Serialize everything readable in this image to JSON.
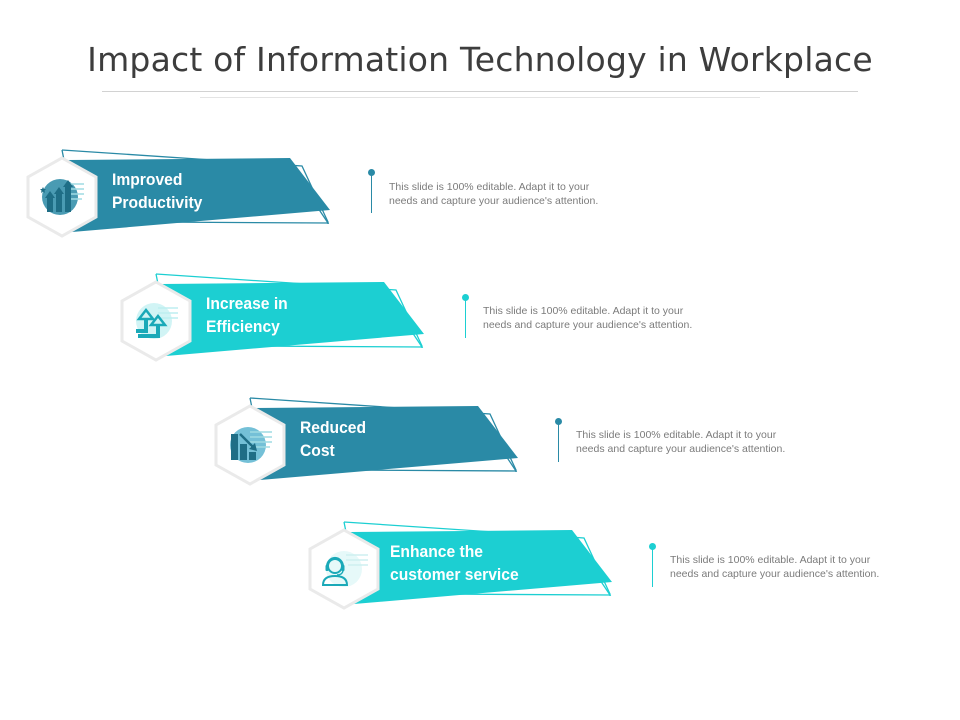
{
  "title": "Impact of Information Technology in Workplace",
  "colors": {
    "dark_teal": "#2a8aa6",
    "light_teal": "#1ccfd2",
    "title_text": "#3d3d3d",
    "desc_text": "#7b7b7b",
    "hex_border": "#ececec"
  },
  "items": [
    {
      "label_line1": "Improved",
      "label_line2": "Productivity",
      "icon": "productivity-growth-icon",
      "description_line1": "This slide is 100% editable.  Adapt it to your",
      "description_line2": "needs and capture your audience's  attention.",
      "color": "dark_teal"
    },
    {
      "label_line1": "Increase in",
      "label_line2": "Efficiency",
      "icon": "efficiency-arrows-icon",
      "description_line1": "This slide is 100% editable.  Adapt it to your",
      "description_line2": "needs and capture your audience's  attention.",
      "color": "light_teal"
    },
    {
      "label_line1": "Reduced",
      "label_line2": "Cost",
      "icon": "cost-reduction-chart-icon",
      "description_line1": "This slide is 100% editable.  Adapt it to your",
      "description_line2": "needs and capture your audience's  attention.",
      "color": "dark_teal"
    },
    {
      "label_line1": "Enhance the",
      "label_line2": "customer service",
      "icon": "customer-support-headset-icon",
      "description_line1": "This slide is 100% editable.  Adapt it to your",
      "description_line2": "needs and capture your audience's  attention.",
      "color": "light_teal"
    }
  ]
}
